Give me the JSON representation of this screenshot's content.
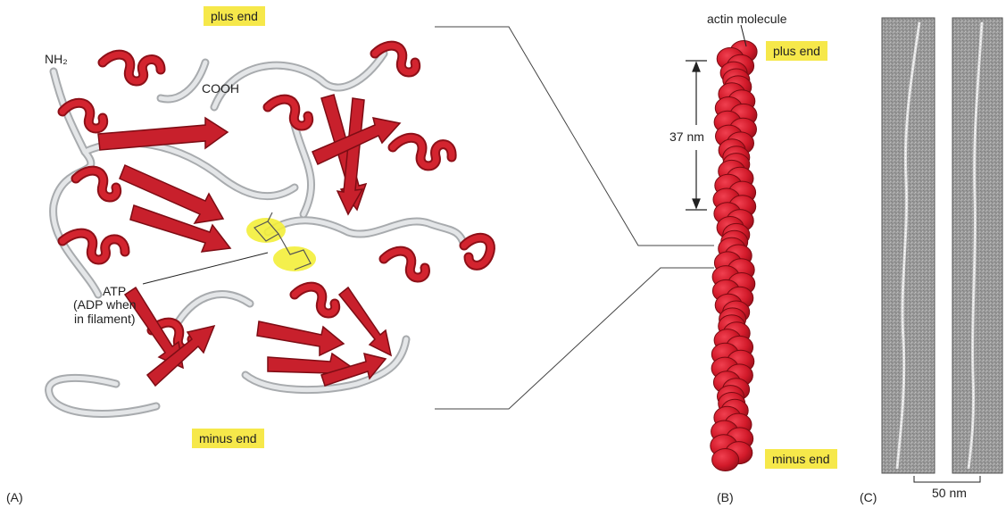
{
  "panel_a": {
    "label": "(A)",
    "plus_end": "plus end",
    "minus_end": "minus end",
    "nh2": "NH₂",
    "cooh": "COOH",
    "atp": "ATP",
    "atp_note": "(ADP when\nin filament)"
  },
  "panel_b": {
    "label": "(B)",
    "actin_molecule": "actin molecule",
    "plus_end": "plus end",
    "minus_end": "minus end",
    "pitch": "37 nm"
  },
  "panel_c": {
    "label": "(C)",
    "scale": "50 nm"
  },
  "colors": {
    "helix_red": "#c8202c",
    "loop_gray": "#d2d4d6",
    "label_yellow": "#f6e84a",
    "atp_yellow": "#f3ee3a",
    "micrograph_gray": "#9a9a9a"
  }
}
